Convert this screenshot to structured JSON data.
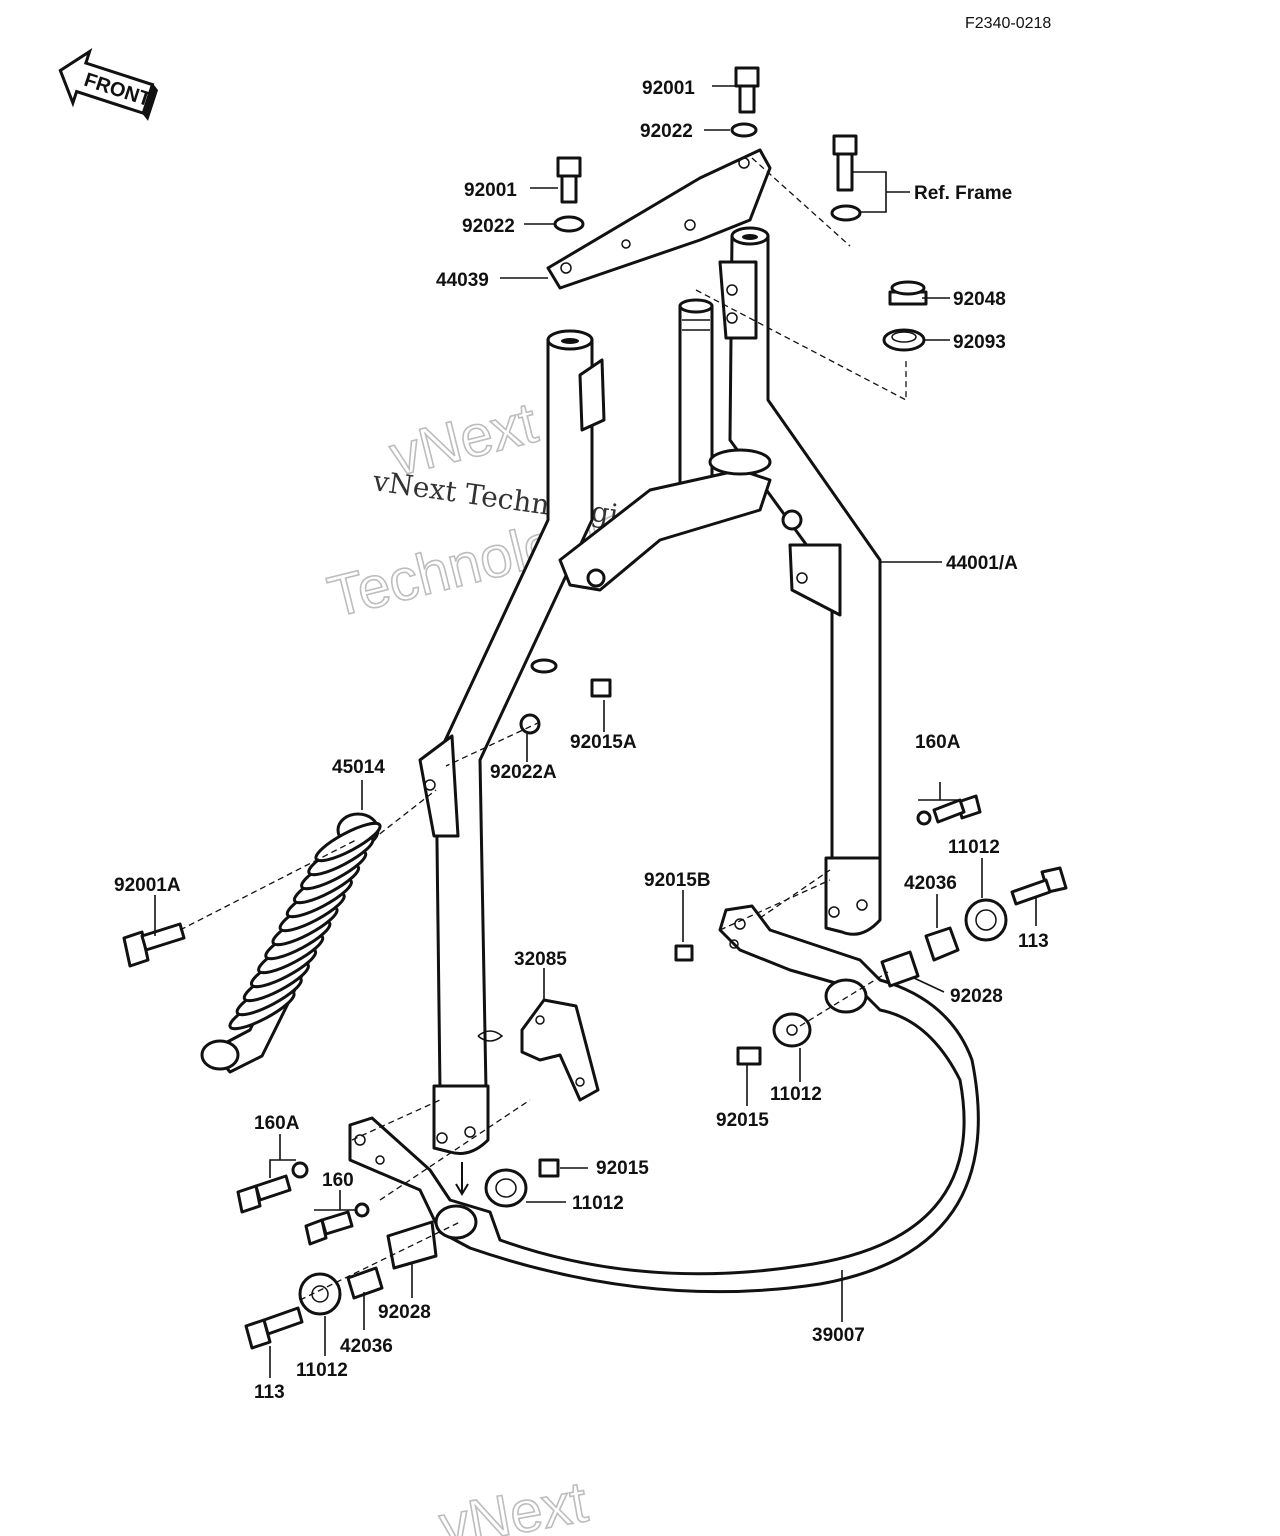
{
  "document": {
    "id": "F2340-0218",
    "front_label": "FRONT",
    "watermark": {
      "line1": "vNext Technologies",
      "line2": "vNext",
      "line3": "Technologies",
      "line4": "vNext"
    }
  },
  "callouts": [
    {
      "id": "c1",
      "label": "92001"
    },
    {
      "id": "c2",
      "label": "92022"
    },
    {
      "id": "c3",
      "label": "92001"
    },
    {
      "id": "c4",
      "label": "92022"
    },
    {
      "id": "c5",
      "label": "44039"
    },
    {
      "id": "c6",
      "label": "Ref. Frame"
    },
    {
      "id": "c7",
      "label": "92048"
    },
    {
      "id": "c8",
      "label": "92093"
    },
    {
      "id": "c9",
      "label": "44001/A"
    },
    {
      "id": "c10",
      "label": "92015A"
    },
    {
      "id": "c11",
      "label": "92022A"
    },
    {
      "id": "c12",
      "label": "45014"
    },
    {
      "id": "c13",
      "label": "160A"
    },
    {
      "id": "c14",
      "label": "11012"
    },
    {
      "id": "c15",
      "label": "42036"
    },
    {
      "id": "c16",
      "label": "92015B"
    },
    {
      "id": "c17",
      "label": "113"
    },
    {
      "id": "c18",
      "label": "92001A"
    },
    {
      "id": "c19",
      "label": "32085"
    },
    {
      "id": "c20",
      "label": "92028"
    },
    {
      "id": "c21",
      "label": "11012"
    },
    {
      "id": "c22",
      "label": "92015"
    },
    {
      "id": "c23",
      "label": "160A"
    },
    {
      "id": "c24",
      "label": "92015"
    },
    {
      "id": "c25",
      "label": "160"
    },
    {
      "id": "c26",
      "label": "11012"
    },
    {
      "id": "c27",
      "label": "92028"
    },
    {
      "id": "c28",
      "label": "42036"
    },
    {
      "id": "c29",
      "label": "11012"
    },
    {
      "id": "c30",
      "label": "39007"
    },
    {
      "id": "c31",
      "label": "113"
    }
  ]
}
